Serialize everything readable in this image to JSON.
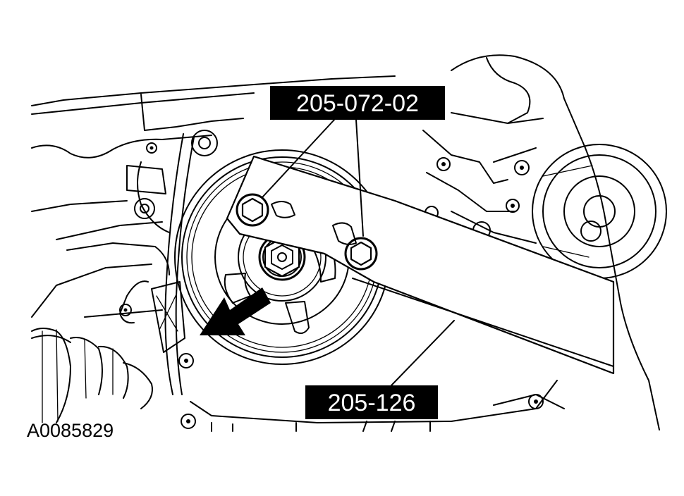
{
  "figure_id": "A0085829",
  "callouts": {
    "holding_tool": "205-072-02",
    "puller_tool": "205-126"
  },
  "colors": {
    "line": "#000000",
    "background": "#ffffff",
    "label_bg": "#000000",
    "label_text": "#ffffff"
  },
  "icons": {
    "direction_arrow": "arrow-icon"
  }
}
